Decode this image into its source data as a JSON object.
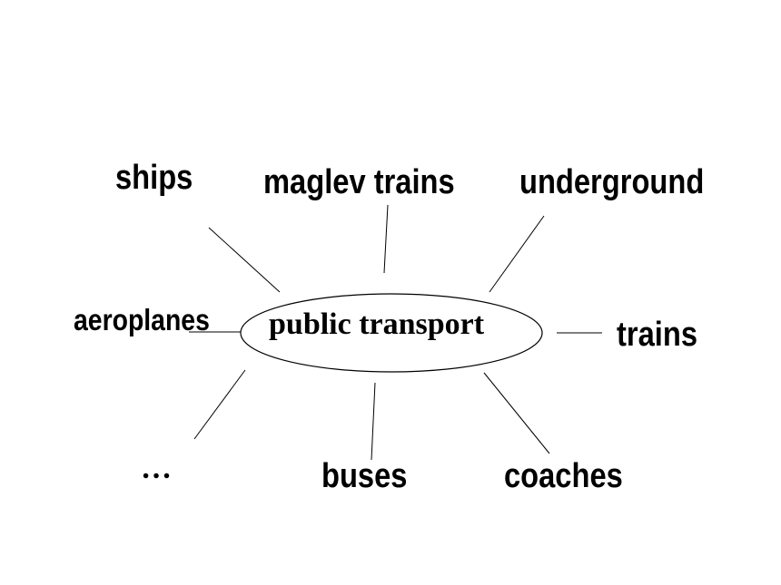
{
  "diagram": {
    "center": {
      "label": "public transport"
    },
    "branches": {
      "ships": "ships",
      "maglev_trains": "maglev trains",
      "underground": "underground",
      "aeroplanes": "aeroplanes",
      "trains": "trains",
      "buses": "buses",
      "coaches": "coaches",
      "more": "…"
    }
  }
}
